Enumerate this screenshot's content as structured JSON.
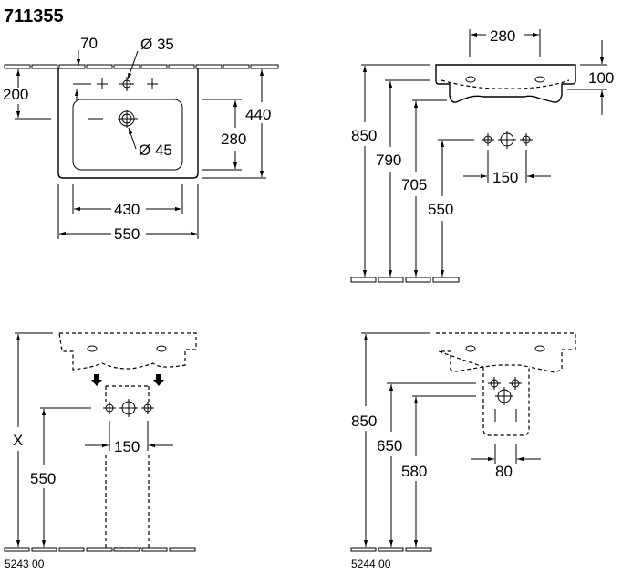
{
  "title": "711355",
  "top_view": {
    "d70": "70",
    "d_hole": "Ø 35",
    "d200": "200",
    "d_drain": "Ø 45",
    "d440": "440",
    "d280": "280",
    "d430": "430",
    "d550": "550"
  },
  "side_view": {
    "d280": "280",
    "d100": "100",
    "d850": "850",
    "d790": "790",
    "d705": "705",
    "d550": "550",
    "d150": "150"
  },
  "pedestal_view": {
    "dX": "X",
    "d550": "550",
    "d150": "150",
    "code": "5243 00"
  },
  "siphon_view": {
    "d850": "850",
    "d650": "650",
    "d580": "580",
    "d80": "80",
    "code": "5244 00"
  }
}
